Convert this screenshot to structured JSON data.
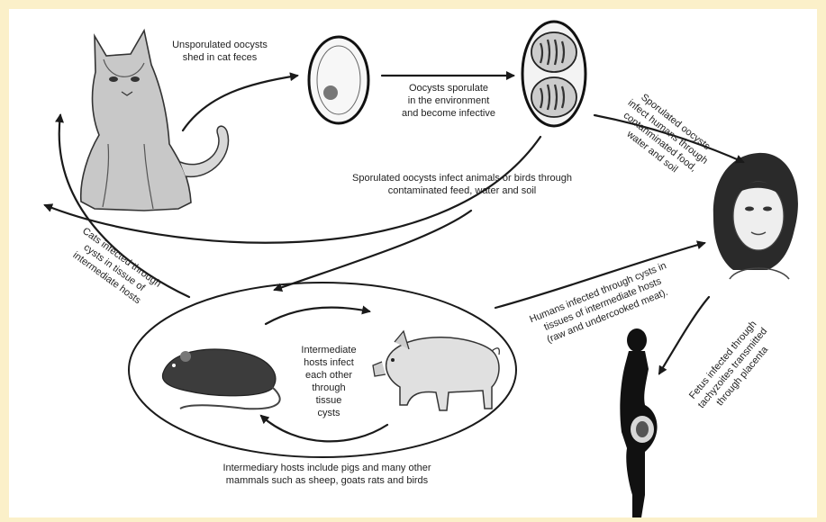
{
  "labels": {
    "unsporulated_line1": "Unsporulated oocysts",
    "unsporulated_line2": "shed in cat feces",
    "sporulate_line1": "Oocysts sporulate",
    "sporulate_line2": "in the environment",
    "sporulate_line3": "and become infective",
    "animals_line1": "Sporulated oocysts infect animals or birds through",
    "animals_line2": "contaminated feed, water and soil",
    "humans_oocyst_line1": "Sporulated oocysts",
    "humans_oocyst_line2": "infect humans through",
    "humans_oocyst_line3": "contanminated food,",
    "humans_oocyst_line4": "water and soil",
    "cats_line1": "Cats infected through",
    "cats_line2": "cysts in tissue of",
    "cats_line3": "intermediate hosts",
    "intermediate_line1": "Intermediate",
    "intermediate_line2": "hosts infect",
    "intermediate_line3": "each other",
    "intermediate_line4": "through",
    "intermediate_line5": "tissue",
    "intermediate_line6": "cysts",
    "humans_cyst_line1": "Humans infected through cysts in",
    "humans_cyst_line2": "tissues of intermediate hosts",
    "humans_cyst_line3": "(raw and undercooked meat).",
    "fetus_line1": "Fetus infected through",
    "fetus_line2": "tachyzoites transmitted",
    "fetus_line3": "through placenta",
    "hosts_line1": "Intermediary hosts include pigs and many other",
    "hosts_line2": "mammals such as sheep, goats rats and birds"
  }
}
